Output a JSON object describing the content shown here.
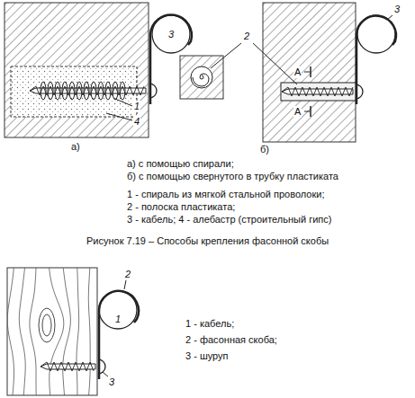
{
  "diagram": {
    "caption": "Рисунок 7.19 – Способы крепления фасонной скобы",
    "labels": [
      "3",
      "1",
      "4",
      "2",
      "3",
      "А",
      "А",
      "а)",
      "б)",
      "а) с помощью спирали;",
      "б) с помощью свернутого в трубку пластиката",
      "1 - спираль из мягкой стальной проволоки;",
      "2 - полоска пластиката;",
      "3 - кабель; 4 - алебастр (строительный гипс)",
      "2",
      "1",
      "3",
      "1 - кабель;",
      "2 - фасонная скоба;",
      "3 - шуруп"
    ]
  }
}
